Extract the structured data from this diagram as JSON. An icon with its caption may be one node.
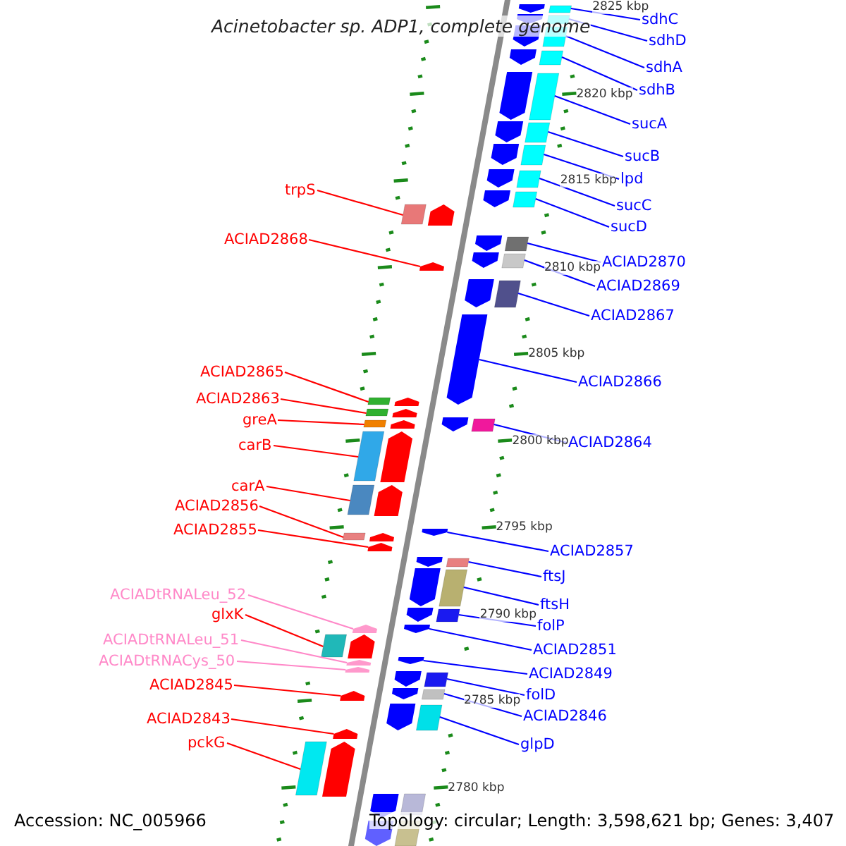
{
  "diagram": {
    "title": "Acinetobacter sp. ADP1, complete genome",
    "nodes": [
      {
        "text": [
          "sdhC"
        ]
      },
      {
        "text": [],
        "shape": "arrow"
      },
      {
        "text": [
          "sdhD"
        ]
      },
      {
        "text": [],
        "shape": "arrow"
      },
      {
        "text": [
          "sdhA"
        ]
      },
      {
        "text": [],
        "shape": "arrow"
      },
      {
        "text": [
          "sdhB"
        ]
      },
      {
        "text": [],
        "shape": "arrow"
      },
      {
        "text": [
          "sucA"
        ]
      },
      {
        "text": [],
        "shape": "arrow"
      },
      {
        "text": [
          "sucB"
        ]
      },
      {
        "text": [],
        "shape": "arrow"
      },
      {
        "text": [
          "lpd"
        ]
      },
      {
        "text": [],
        "shape": "arrow"
      },
      {
        "text": [
          "trpS"
        ]
      },
      {
        "text": [],
        "shape": "arrow"
      },
      {
        "text": [
          "sucC"
        ]
      },
      {
        "text": [],
        "shape": "arrow"
      },
      {
        "text": [
          "sucD"
        ]
      },
      {
        "text": [],
        "shape": "arrow"
      },
      {
        "text": [
          "ACIAD2868"
        ]
      },
      {
        "text": [],
        "shape": "arrow"
      },
      {
        "text": [
          "ACIAD2870"
        ]
      },
      {
        "text": [],
        "shape": "arrow"
      },
      {
        "text": [
          "ACIAD2869"
        ]
      },
      {
        "text": [],
        "shape": "arrow"
      },
      {
        "text": [
          "ACIAD2867"
        ]
      },
      {
        "text": [],
        "shape": "arrow"
      },
      {
        "text": [
          "ACIAD2865"
        ]
      },
      {
        "text": [],
        "shape": "arrow"
      },
      {
        "text": [
          "ACIAD2866"
        ]
      },
      {
        "text": [],
        "shape": "arrow"
      },
      {
        "text": [
          "ACIAD2863"
        ]
      },
      {
        "text": [],
        "shape": "arrow"
      },
      {
        "text": [
          "greA"
        ]
      },
      {
        "text": [],
        "shape": "arrow"
      },
      {
        "text": [
          "ACIAD2864"
        ]
      },
      {
        "text": [],
        "shape": "arrow"
      },
      {
        "text": [
          "carB"
        ]
      },
      {
        "text": [],
        "shape": "arrow"
      },
      {
        "text": [
          "carA"
        ]
      },
      {
        "text": [],
        "shape": "arrow"
      },
      {
        "text": [
          "ACIAD2856"
        ]
      },
      {
        "text": [],
        "shape": "arrow"
      },
      {
        "text": [
          "ACIAD2855"
        ]
      },
      {
        "text": [],
        "shape": "arrow"
      },
      {
        "text": [
          "ACIAD2857"
        ]
      },
      {
        "text": [],
        "shape": "arrow"
      },
      {
        "text": [
          "ftsJ"
        ]
      },
      {
        "text": [],
        "shape": "arrow"
      },
      {
        "text": [
          "ACIADtRNALeu_52"
        ]
      },
      {
        "text": [],
        "shape": "arrow"
      },
      {
        "text": [
          "ftsH"
        ]
      },
      {
        "text": [],
        "shape": "arrow"
      },
      {
        "text": [
          "glxK"
        ]
      },
      {
        "text": [],
        "shape": "arrow"
      },
      {
        "text": [
          "folP"
        ]
      },
      {
        "text": [],
        "shape": "arrow"
      },
      {
        "text": [
          "ACIADtRNALeu_51"
        ]
      },
      {
        "text": [],
        "shape": "arrow"
      },
      {
        "text": [
          "ACIAD2851"
        ]
      },
      {
        "text": [],
        "shape": "arrow"
      },
      {
        "text": [
          "ACIADtRNACys_50"
        ]
      },
      {
        "text": [],
        "shape": "arrow"
      },
      {
        "text": [
          "ACIAD2849"
        ]
      },
      {
        "text": [],
        "shape": "arrow"
      },
      {
        "text": [
          "ACIAD2845"
        ]
      },
      {
        "text": [],
        "shape": "arrow"
      },
      {
        "text": [
          "folD"
        ]
      },
      {
        "text": [],
        "shape": "arrow"
      },
      {
        "text": [
          "ACIAD2846"
        ]
      },
      {
        "text": [],
        "shape": "arrow"
      },
      {
        "text": [
          "ACIAD2843"
        ]
      },
      {
        "text": [],
        "shape": "arrow"
      },
      {
        "text": [
          "glpD"
        ]
      },
      {
        "text": [],
        "shape": "arrow"
      },
      {
        "text": [
          "pckG"
        ]
      },
      {
        "text": [],
        "shape": "arrow"
      }
    ],
    "edges": [
      {
        "from": 0,
        "to": 1,
        "arrow": "none"
      },
      {
        "from": 2,
        "to": 3,
        "arrow": "none"
      },
      {
        "from": 4,
        "to": 5,
        "arrow": "none"
      },
      {
        "from": 6,
        "to": 7,
        "arrow": "none"
      },
      {
        "from": 8,
        "to": 9,
        "arrow": "none"
      },
      {
        "from": 10,
        "to": 11,
        "arrow": "none"
      },
      {
        "from": 12,
        "to": 13,
        "arrow": "none"
      },
      {
        "from": 14,
        "to": 15,
        "arrow": "none",
        "color": "#ff0000"
      },
      {
        "from": 16,
        "to": 17,
        "arrow": "none"
      },
      {
        "from": 18,
        "to": 19,
        "arrow": "none"
      },
      {
        "from": 20,
        "to": 21,
        "arrow": "none",
        "color": "#ff0000"
      },
      {
        "from": 22,
        "to": 23,
        "arrow": "none"
      },
      {
        "from": 24,
        "to": 25,
        "arrow": "none"
      },
      {
        "from": 26,
        "to": 27,
        "arrow": "none"
      },
      {
        "from": 28,
        "to": 29,
        "arrow": "none",
        "color": "#ff0000"
      },
      {
        "from": 30,
        "to": 31,
        "arrow": "none"
      },
      {
        "from": 32,
        "to": 33,
        "arrow": "none",
        "color": "#ff0000"
      },
      {
        "from": 34,
        "to": 35,
        "arrow": "none",
        "color": "#ff0000"
      },
      {
        "from": 36,
        "to": 37,
        "arrow": "none"
      },
      {
        "from": 38,
        "to": 39,
        "arrow": "none",
        "color": "#ff0000"
      },
      {
        "from": 40,
        "to": 41,
        "arrow": "none",
        "color": "#ff0000"
      },
      {
        "from": 42,
        "to": 43,
        "arrow": "none",
        "color": "#ff0000"
      },
      {
        "from": 44,
        "to": 45,
        "arrow": "none",
        "color": "#ff0000"
      },
      {
        "from": 46,
        "to": 47,
        "arrow": "none"
      },
      {
        "from": 48,
        "to": 49,
        "arrow": "none"
      },
      {
        "from": 50,
        "to": 51,
        "arrow": "none",
        "color": "#ff88c8"
      },
      {
        "from": 52,
        "to": 53,
        "arrow": "none"
      },
      {
        "from": 54,
        "to": 55,
        "arrow": "none",
        "color": "#ff0000"
      },
      {
        "from": 56,
        "to": 57,
        "arrow": "none"
      },
      {
        "from": 58,
        "to": 59,
        "arrow": "none",
        "color": "#ff88c8"
      },
      {
        "from": 60,
        "to": 61,
        "arrow": "none"
      },
      {
        "from": 62,
        "to": 63,
        "arrow": "none",
        "color": "#ff88c8"
      },
      {
        "from": 64,
        "to": 65,
        "arrow": "none"
      },
      {
        "from": 66,
        "to": 67,
        "arrow": "none",
        "color": "#ff0000"
      },
      {
        "from": 68,
        "to": 69,
        "arrow": "none"
      },
      {
        "from": 70,
        "to": 71,
        "arrow": "none"
      },
      {
        "from": 72,
        "to": 73,
        "arrow": "none",
        "color": "#ff0000"
      },
      {
        "from": 74,
        "to": 75,
        "arrow": "none"
      },
      {
        "from": 76,
        "to": 77,
        "arrow": "none",
        "color": "#ff0000"
      }
    ],
    "labels": [
      "2825 kbp",
      "2820 kbp",
      "2815 kbp",
      "2810 kbp",
      "2805 kbp",
      "2800 kbp",
      "2795 kbp",
      "2790 kbp",
      "2785 kbp",
      "2780 kbp",
      "Accession: NC_005966",
      "Topology: circular; Length: 3,598,621 bp; Genes: 3,407"
    ]
  }
}
